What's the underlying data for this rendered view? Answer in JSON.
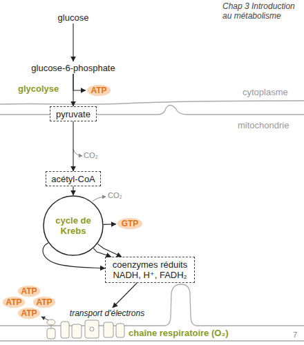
{
  "diagram": {
    "nodes": [
      {
        "text": [
          "glucose"
        ]
      },
      {
        "text": [
          "glucose-6-phosphate"
        ]
      },
      {
        "text": [
          "ATP"
        ]
      },
      {
        "text": [
          "pyruvate"
        ]
      },
      {
        "text": [
          "acétyl-CoA"
        ]
      },
      {
        "text": [
          "cycle de Krebs"
        ]
      },
      {
        "text": [
          "GTP"
        ]
      },
      {
        "text": [
          "coenzymes réduits NADH, H⁺, FADH₂"
        ]
      },
      {
        "text": [
          "transport d'électrons"
        ]
      },
      {
        "text": [
          "ATP"
        ]
      },
      {
        "text": [
          "ATP"
        ]
      },
      {
        "text": [
          "ATP"
        ]
      },
      {
        "text": [
          "ATP"
        ]
      }
    ],
    "edges": [
      {
        "from": 0,
        "to": 1,
        "arrow": "to"
      },
      {
        "from": 1,
        "to": 2,
        "arrow": "to"
      },
      {
        "from": 1,
        "to": 3,
        "arrow": "to"
      },
      {
        "from": 3,
        "to": 4,
        "arrow": "to"
      },
      {
        "from": 4,
        "to": 5,
        "arrow": "to"
      },
      {
        "from": 5,
        "to": 6,
        "arrow": "to"
      },
      {
        "from": 5,
        "to": 7,
        "arrow": "to"
      },
      {
        "from": 5,
        "to": 7,
        "arrow": "to"
      },
      {
        "from": 5,
        "to": 7,
        "arrow": "to"
      },
      {
        "from": 7,
        "to": 8,
        "arrow": "to"
      }
    ],
    "labels": [
      "Chap 3 Introduction au métabolisme",
      "glycolyse",
      "cytoplasme",
      "mitochondrie",
      "CO₂",
      "CO₂",
      "chaîne respiratoire (O₂)",
      "7"
    ]
  }
}
